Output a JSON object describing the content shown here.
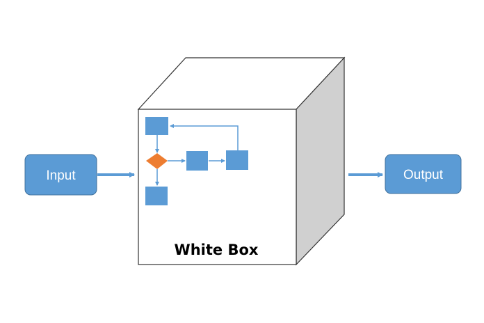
{
  "diagram": {
    "input_label": "Input",
    "output_label": "Output",
    "box_label": "White Box"
  },
  "colors": {
    "node_fill": "#5b9bd5",
    "node_stroke": "#41719c",
    "decision_fill": "#ed7d31",
    "arrow": "#5b9bd5",
    "cube_side": "#d0d0d0",
    "cube_top": "#ffffff",
    "cube_outline": "#333333"
  },
  "icons": {
    "cube": "white-box-cube",
    "decision": "diamond-shape"
  }
}
